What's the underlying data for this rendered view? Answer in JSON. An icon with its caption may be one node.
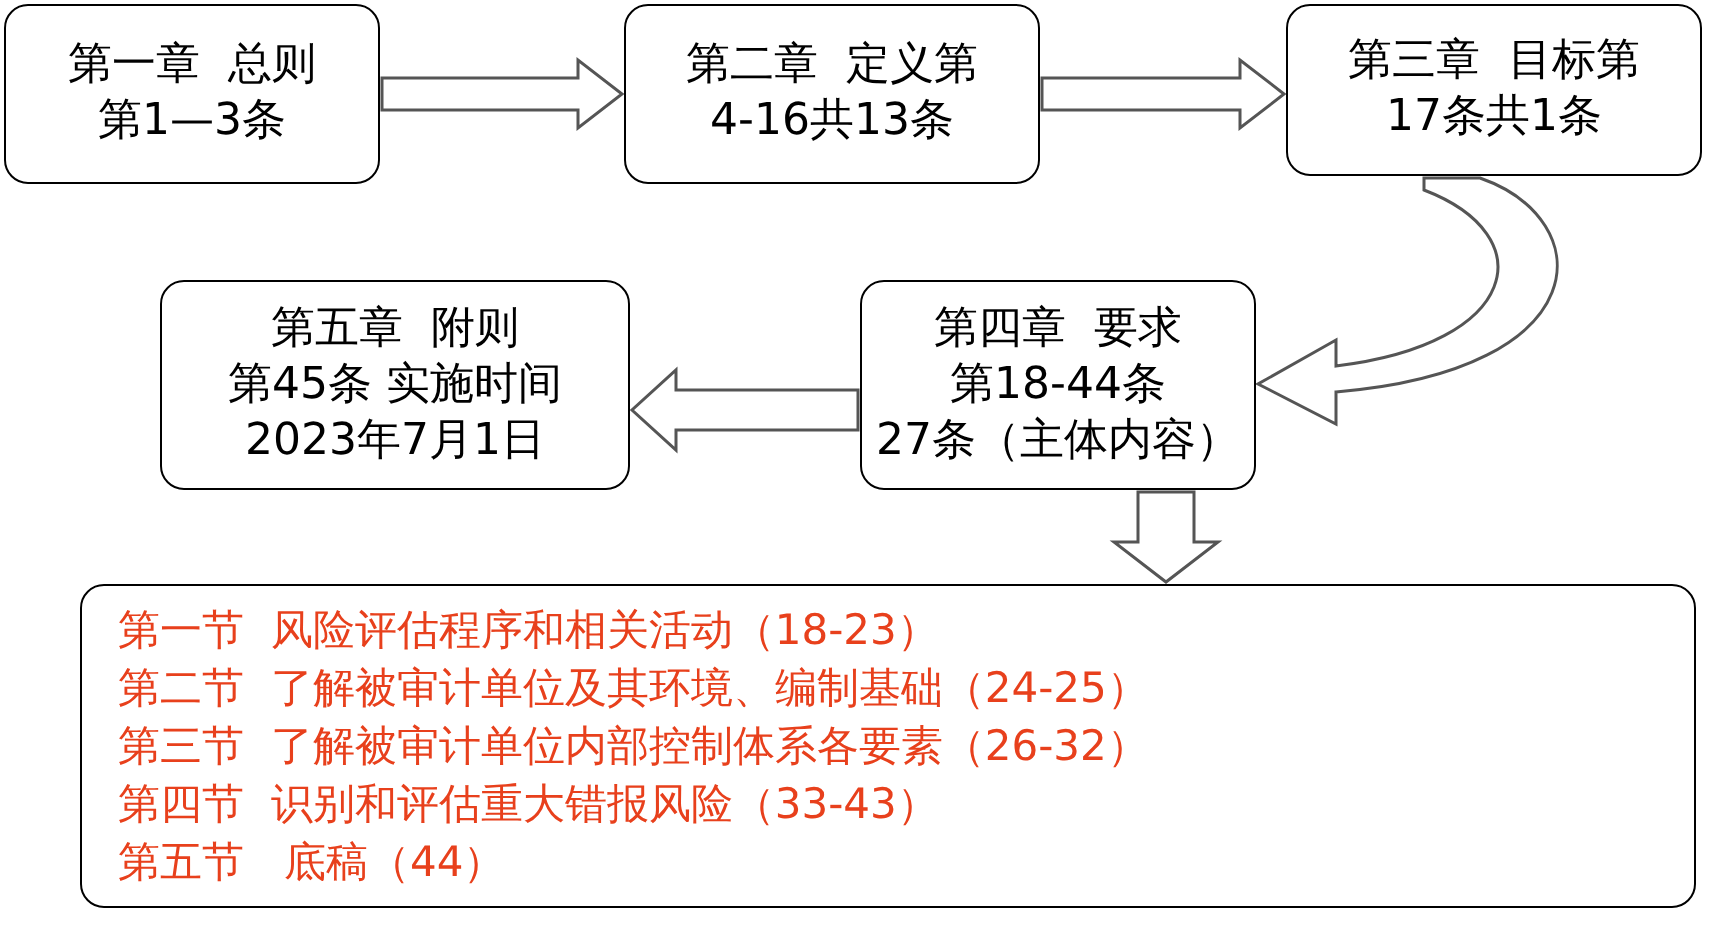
{
  "diagram": {
    "nodes": [
      {
        "text": [
          "第一章  总则",
          "第1—3条"
        ]
      },
      {
        "text": [
          "第二章  定义第4-16共13条"
        ]
      },
      {
        "text": [
          "第三章  目标第17条共1条"
        ]
      },
      {
        "text": [
          "第四章  要求",
          "第18-44条",
          "27条（主体内容）"
        ]
      },
      {
        "text": [
          "第五章  附则",
          "第45条 实施时间",
          "2023年7月1日"
        ]
      },
      {
        "text": [
          "第一节  风险评估程序和相关活动（18-23）",
          "第二节  了解被审计单位及其环境、编制基础（24-25）",
          "第三节  了解被审计单位内部控制体系各要素（26-32）",
          "第四节  识别和评估重大错报风险（33-43）",
          "第五节   底稿（44）"
        ]
      }
    ],
    "edges": [
      {
        "from": 0,
        "to": 1,
        "arrow": "to"
      },
      {
        "from": 1,
        "to": 2,
        "arrow": "to"
      },
      {
        "from": 2,
        "to": 3,
        "arrow": "to"
      },
      {
        "from": 3,
        "to": 4,
        "arrow": "to"
      },
      {
        "from": 3,
        "to": 5,
        "arrow": "to"
      }
    ]
  }
}
